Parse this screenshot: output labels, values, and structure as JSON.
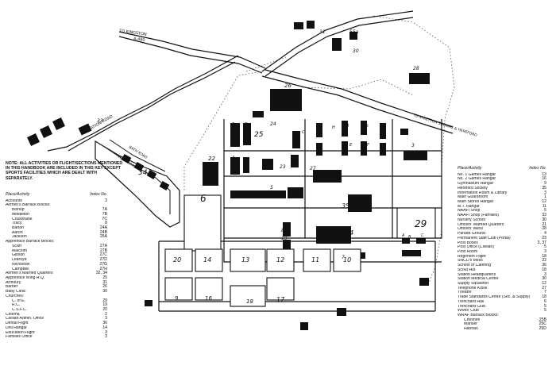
{
  "map": {
    "road_labels": {
      "to_kingston": "TO KINGSTON",
      "kingston_road": "A.480",
      "station_road": "STATION ROAD",
      "to_hereford": "TO STRETTON SUGWAS & HEREFORD",
      "york_road": "YORK ROAD",
      "bath_road": "BATH ROAD"
    },
    "index_numbers": [
      "31",
      "55a",
      "30",
      "28",
      "26",
      "32",
      "33",
      "24",
      "25",
      "2",
      "3",
      "36",
      "34",
      "22",
      "27",
      "23",
      "37",
      "5",
      "21",
      "35",
      "6",
      "4",
      "29",
      "7",
      "8",
      "19",
      "20",
      "14",
      "13",
      "12",
      "11",
      "10",
      "9",
      "16",
      "18",
      "17",
      "15"
    ],
    "block_letters": [
      "B",
      "D",
      "C",
      "A",
      "E",
      "F",
      "F",
      "B",
      "H",
      "G",
      "A",
      "B",
      "C"
    ]
  },
  "note": "NOTE: All activities or flight/sections mentioned in this handbook are included in this Key except sports facilities which are dealt with separately.",
  "key_left": {
    "header_place": "Place/Activity",
    "header_index": "Index No.",
    "rows": [
      {
        "name": "Accounts",
        "index": "3",
        "sub": false
      },
      {
        "name": "Airmen's Barrack Blocks:",
        "index": "",
        "sub": false
      },
      {
        "name": "Bishop",
        "index": "7A",
        "sub": true
      },
      {
        "name": "Middleton",
        "index": "7B",
        "sub": true
      },
      {
        "name": "Cruikshank",
        "index": "7C",
        "sub": true
      },
      {
        "name": "Tracy",
        "index": "8",
        "sub": true
      },
      {
        "name": "Barton",
        "index": "24A",
        "sub": true
      },
      {
        "name": "Aaron",
        "index": "24B",
        "sub": true
      },
      {
        "name": "Jackson",
        "index": "25A",
        "sub": true
      },
      {
        "name": "Apprentice Barrack Blocks:",
        "index": "",
        "sub": false
      },
      {
        "name": "Scarf",
        "index": "27A",
        "sub": true
      },
      {
        "name": "Malcolm",
        "index": "27B",
        "sub": true
      },
      {
        "name": "Gibson",
        "index": "27C",
        "sub": true
      },
      {
        "name": "Learoyd",
        "index": "27D",
        "sub": true
      },
      {
        "name": "Nicholson",
        "index": "27G",
        "sub": true
      },
      {
        "name": "Campbell",
        "index": "27H",
        "sub": true
      },
      {
        "name": "Airmen's Married Quarters",
        "index": "32, 34",
        "sub": false
      },
      {
        "name": "Apprentice Wing H.Q.",
        "index": "25",
        "sub": false
      },
      {
        "name": "Armoury",
        "index": "31",
        "sub": false
      },
      {
        "name": "Barber",
        "index": "26",
        "sub": false
      },
      {
        "name": "Baby Clinic",
        "index": "30",
        "sub": false
      },
      {
        "name": "Churches:",
        "index": "",
        "sub": false
      },
      {
        "name": "C. of E.",
        "index": "29",
        "sub": true
      },
      {
        "name": "R.C.",
        "index": "19",
        "sub": true
      },
      {
        "name": "C.S.F.C.",
        "index": "20",
        "sub": true
      },
      {
        "name": "Cinema",
        "index": "2",
        "sub": false
      },
      {
        "name": "Civilian Admin. Office",
        "index": "3",
        "sub": false
      },
      {
        "name": "Dental Flight",
        "index": "36",
        "sub": false
      },
      {
        "name": "Drill Hangar",
        "index": "14",
        "sub": false
      },
      {
        "name": "Education Flight",
        "index": "3",
        "sub": false
      },
      {
        "name": "Families Office",
        "index": "3",
        "sub": false
      }
    ]
  },
  "key_right": {
    "header_place": "Place/Activity",
    "header_index": "Index No.",
    "rows": [
      {
        "name": "No. 1 Games Hangar",
        "index": "13",
        "sub": false
      },
      {
        "name": "No. 2 Games Hangar",
        "index": "16",
        "sub": false
      },
      {
        "name": "Gymnasium Hangar",
        "index": "9",
        "sub": false
      },
      {
        "name": "Hereford Society",
        "index": "35",
        "sub": false
      },
      {
        "name": "Information Room & Library",
        "index": "3",
        "sub": false
      },
      {
        "name": "Main Guardroom",
        "index": "1",
        "sub": false
      },
      {
        "name": "Main Stores Hangar",
        "index": "12",
        "sub": false
      },
      {
        "name": "M.T. Hangar",
        "index": "11",
        "sub": false
      },
      {
        "name": "NAAFI Shop",
        "index": "5",
        "sub": false
      },
      {
        "name": "NAAFI Shop (Families)",
        "index": "33",
        "sub": false
      },
      {
        "name": "Nursery School",
        "index": "30",
        "sub": false
      },
      {
        "name": "Officers' Married Quarters",
        "index": "21",
        "sub": false
      },
      {
        "name": "Officers' Mess",
        "index": "28",
        "sub": false
      },
      {
        "name": "Parade Ground",
        "index": "4",
        "sub": false
      },
      {
        "name": "Permanent Staff Club (Portal)",
        "index": "23",
        "sub": false
      },
      {
        "name": "Post Boxes",
        "index": "3, 37",
        "sub": false
      },
      {
        "name": "Post Office (Civilian)",
        "index": "5",
        "sub": false
      },
      {
        "name": "Post Room",
        "index": "3",
        "sub": false
      },
      {
        "name": "Regiment Flight",
        "index": "18",
        "sub": false
      },
      {
        "name": "SNCO's Mess",
        "index": "22",
        "sub": false
      },
      {
        "name": "School of Catering",
        "index": "36",
        "sub": false
      },
      {
        "name": "Scout Hut",
        "index": "18",
        "sub": false
      },
      {
        "name": "Station Headquarters",
        "index": "3",
        "sub": false
      },
      {
        "name": "Station Medical Centre",
        "index": "30",
        "sub": false
      },
      {
        "name": "Supply Squadron",
        "index": "12",
        "sub": false
      },
      {
        "name": "Telephone Kiosk",
        "index": "27",
        "sub": false
      },
      {
        "name": "Theatre",
        "index": "7",
        "sub": false
      },
      {
        "name": "Trade Standards Centre (Sec. & Supply)",
        "index": "18",
        "sub": false
      },
      {
        "name": "Trenchard Hall",
        "index": "6",
        "sub": false
      },
      {
        "name": "Trenchard Club",
        "index": "5",
        "sub": false
      },
      {
        "name": "Wives' Club",
        "index": "5",
        "sub": false
      },
      {
        "name": "WRAF Barrack Blocks:",
        "index": "",
        "sub": false
      },
      {
        "name": "Cheshire",
        "index": "25B",
        "sub": true
      },
      {
        "name": "Manser",
        "index": "25C",
        "sub": true
      },
      {
        "name": "Hannah",
        "index": "25D",
        "sub": true
      }
    ]
  }
}
